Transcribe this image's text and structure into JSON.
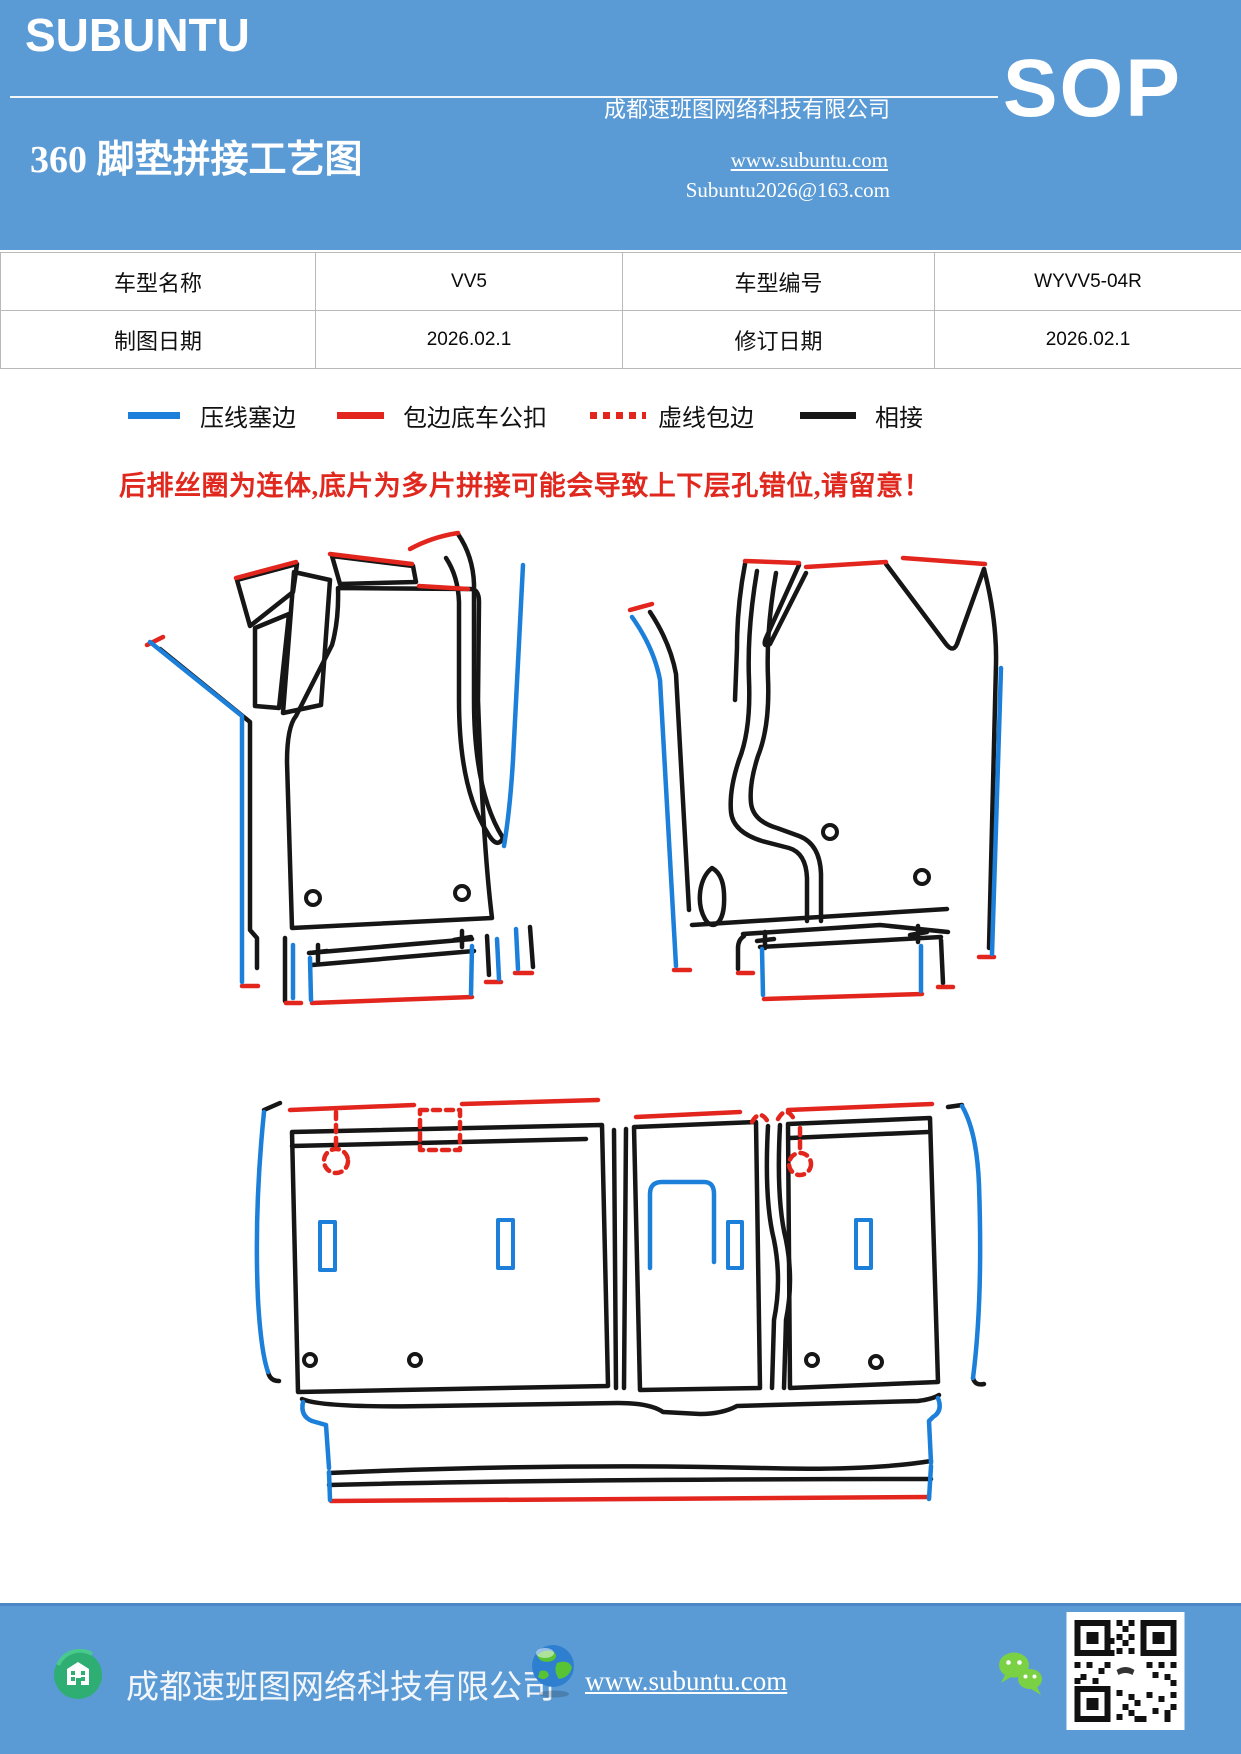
{
  "header": {
    "logo": "SUBUNTU",
    "title": "360 脚垫拼接工艺图",
    "company": "成都速班图网络科技有限公司",
    "website": "www.subuntu.com",
    "email": "Subuntu2026@163.com",
    "badge": "SOP"
  },
  "info_table": {
    "rows": [
      [
        "车型名称",
        "VV5",
        "车型编号",
        "WYVV5-04R"
      ],
      [
        "制图日期",
        "2026.02.1",
        "修订日期",
        "2026.02.1"
      ]
    ]
  },
  "legend": {
    "items": [
      {
        "label": "压线塞边",
        "color": "#1c7fd9",
        "style": "solid"
      },
      {
        "label": "包边底车公扣",
        "color": "#e2251d",
        "style": "solid"
      },
      {
        "label": "虚线包边",
        "color": "#e2251d",
        "style": "dotted"
      },
      {
        "label": "相接",
        "color": "#161616",
        "style": "solid"
      }
    ]
  },
  "warning": "后排丝圈为连体,底片为多片拼接可能会导致上下层孔错位,请留意！",
  "diagram": {
    "mats": [
      {
        "name": "front-left-mat"
      },
      {
        "name": "front-right-mat"
      },
      {
        "name": "rear-mat"
      }
    ]
  },
  "footer": {
    "company": "成都速班图网络科技有限公司",
    "website": "www.subuntu.com",
    "icons": [
      {
        "name": "company-building-icon"
      },
      {
        "name": "globe-icon"
      },
      {
        "name": "wechat-icon"
      },
      {
        "name": "qr-code"
      }
    ]
  },
  "colors": {
    "header_bg": "#5b9bd5",
    "footer_bg": "#5b9bd5",
    "line_blue": "#1c7fd9",
    "line_red": "#e2251d",
    "line_black": "#161616",
    "warning_red": "#e0281e",
    "table_border": "#b9b9b9",
    "wechat_green": "#7bd144",
    "building_icon_green": "#2fae74"
  }
}
